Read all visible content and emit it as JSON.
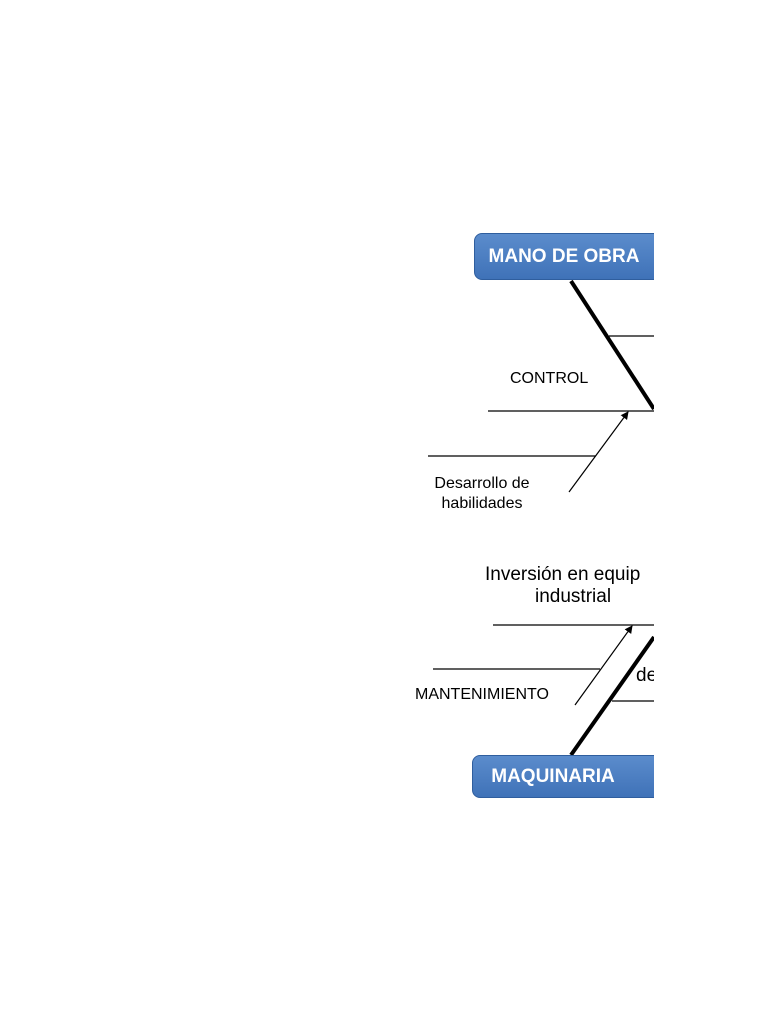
{
  "diagram": {
    "categories": {
      "mano_de_obra": "MANO DE OBRA",
      "maquinaria": "MAQUINARIA"
    },
    "causes": {
      "control": "CONTROL",
      "desarrollo_line1": "Desarrollo de",
      "desarrollo_line2": "habilidades",
      "inversion_line1": "Inversión en equip",
      "inversion_line2": "industrial",
      "mantenimiento": "MANTENIMIENTO",
      "partial_de": "de"
    }
  }
}
